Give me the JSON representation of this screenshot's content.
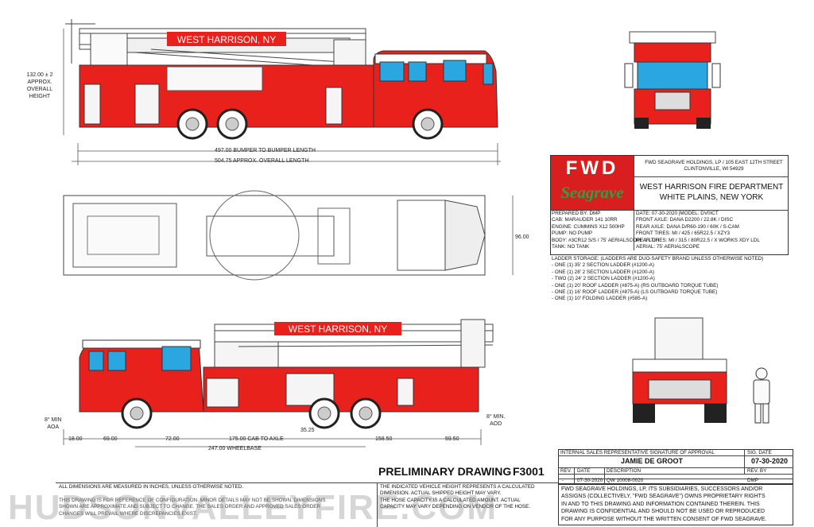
{
  "side_view_top": {
    "banner": "WEST HARRISON, NY",
    "height_dim": [
      "132.00 ± 2",
      "APPROX.",
      "OVERALL",
      "HEIGHT"
    ],
    "length_dim_1": "497.00  BUMPER TO BUMPER LENGTH",
    "length_dim_2": "504.75  APPROX. OVERALL LENGTH"
  },
  "plan_view": {
    "width_dim": "96.00"
  },
  "side_view_bottom": {
    "banner": "WEST HARRISON, NY",
    "aoa": [
      "8° MIN",
      "AOA"
    ],
    "aod": [
      "8° MIN.",
      "AOD"
    ],
    "dims": [
      "18.00",
      "69.00",
      "72.00",
      "175.00  CAB TO AXLE",
      "158.50",
      "59.50",
      "35.25"
    ],
    "wheelbase": "247.00  WHEELBASE"
  },
  "title_block": {
    "logo_fwd": "FWD",
    "logo_seagrave": "Seagrave",
    "company_address": [
      "FWD SEAGRAVE HOLDINGS, LP / 105 EAST 12TH STREET",
      "CLINTONVILLE, WI 54929"
    ],
    "customer": [
      "WEST HARRISON FIRE DEPARTMENT",
      "WHITE PLAINS, NEW YORK"
    ],
    "specs_left": [
      "PREPARED BY: DMP",
      "CAB: MARAUDER 141 10RR",
      "ENGINE: CUMMINS X12 500HP",
      "PUMP: NO PUMP",
      "BODY: #3CR12 S/S / 75' AERIALSCOPE II LOH",
      "TANK: NO TANK"
    ],
    "specs_right": [
      "DATE: 07-30-2020   |MODEL: DV0ICT",
      "FRONT AXLE: DANA D2200 / 22.8K / DISC",
      "REAR AXLE: DANA D/R60-190 / 60K / S-CAM",
      "FRONT TIRES: MI / 425 / 65R22.5 / XZY3",
      "REAR TIRES: MI / 315 / 80R22.5 / X WORKS XDY LDL",
      "AERIAL: 75' AERIALSCOPE"
    ],
    "ladder_storage": [
      "LADDER STORAGE:  (LADDERS ARE DUO-SAFETY BRAND UNLESS OTHERWISE NOTED)",
      "- ONE (1) 35' 2 SECTION LADDER (#1200-A)",
      "- ONE (1) 28' 2 SECTION LADDER (#1200-A)",
      "- TWO (2) 24' 2 SECTION LADDER (#1200-A)",
      "- ONE (1) 20' ROOF LADDER (#875-A) (RS OUTBOARD TORQUE TUBE)",
      "- ONE (1) 16' ROOF LADDER (#875-A) (LS OUTBOARD TORQUE TUBE)",
      "- ONE (1) 10' FOLDING LADDER (#585-A)"
    ]
  },
  "preliminary": {
    "label": "PRELIMINARY DRAWING",
    "drawing_no": "F3001"
  },
  "approval": {
    "header_left": "INTERNAL SALES REPRESENTATIVE SIGNATURE OF APPROVAL",
    "header_right": "SIG. DATE",
    "name": "JAMIE DE GROOT",
    "sig_date": "07-30-2020",
    "rev_headers": [
      "REV.",
      "DATE",
      "DESCRIPTION",
      "REV. BY"
    ],
    "rev_row": [
      "-",
      "07-30-2020",
      "QW 10008-0020",
      "DMP"
    ]
  },
  "notes": {
    "dimensions": "ALL DIMENSIONS ARE MEASURED IN INCHES, UNLESS OTHERWISE NOTED.",
    "configuration": [
      "THIS DRAWING IS FOR REFERENCE OF CONFIGURATION. MINOR DETAILS MAY NOT BE SHOWN. DIMENSIONS",
      "SHOWN ARE APPROXIMATE AND SUBJECT TO CHANGE. THE SALES ORDER AND APPROVED SALES ORDER",
      "CHANGES WILL PREVAIL WHERE DISCREPANCIES EXIST."
    ],
    "height": [
      "THE INDICATED VEHICLE HEIGHT REPRESENTS A CALCULATED",
      "DIMENSION.  ACTUAL SHIPPED HEIGHT MAY VARY.",
      "",
      "THE HOSE CAPACITY IS A CALCULATED AMOUNT.  ACTUAL",
      "CAPACITY MAY VARY DEPENDING ON  VENDOR OF THE HOSE."
    ],
    "proprietary": [
      "FWD SEAGRAVE HOLDINGS, LP, ITS SUBSIDIARIES, SUCCESSORS AND/OR",
      "ASSIGNS (COLLECTIVELY, \"FWD SEAGRAVE\") OWNS PROPRIETARY RIGHTS",
      "IN AND TO THIS DRAWING AND INFORMATION CONTAINED THEREIN. THIS",
      "DRAWING IS CONFIDENTIAL AND SHOULD NOT BE USED OR REPRODUCED",
      "FOR ANY PURPOSE WITHOUT THE WRITTEN CONSENT OF  FWD SEAGRAVE."
    ]
  },
  "watermark": "HUDSONVALLEYFIRE.COM",
  "colors": {
    "body_red": "#e8211c",
    "glass_blue": "#2aa6e0",
    "banner_red": "#e8211c",
    "title_red": "#d81e1e",
    "seagrave_green": "#2ea043",
    "line": "#333333"
  }
}
